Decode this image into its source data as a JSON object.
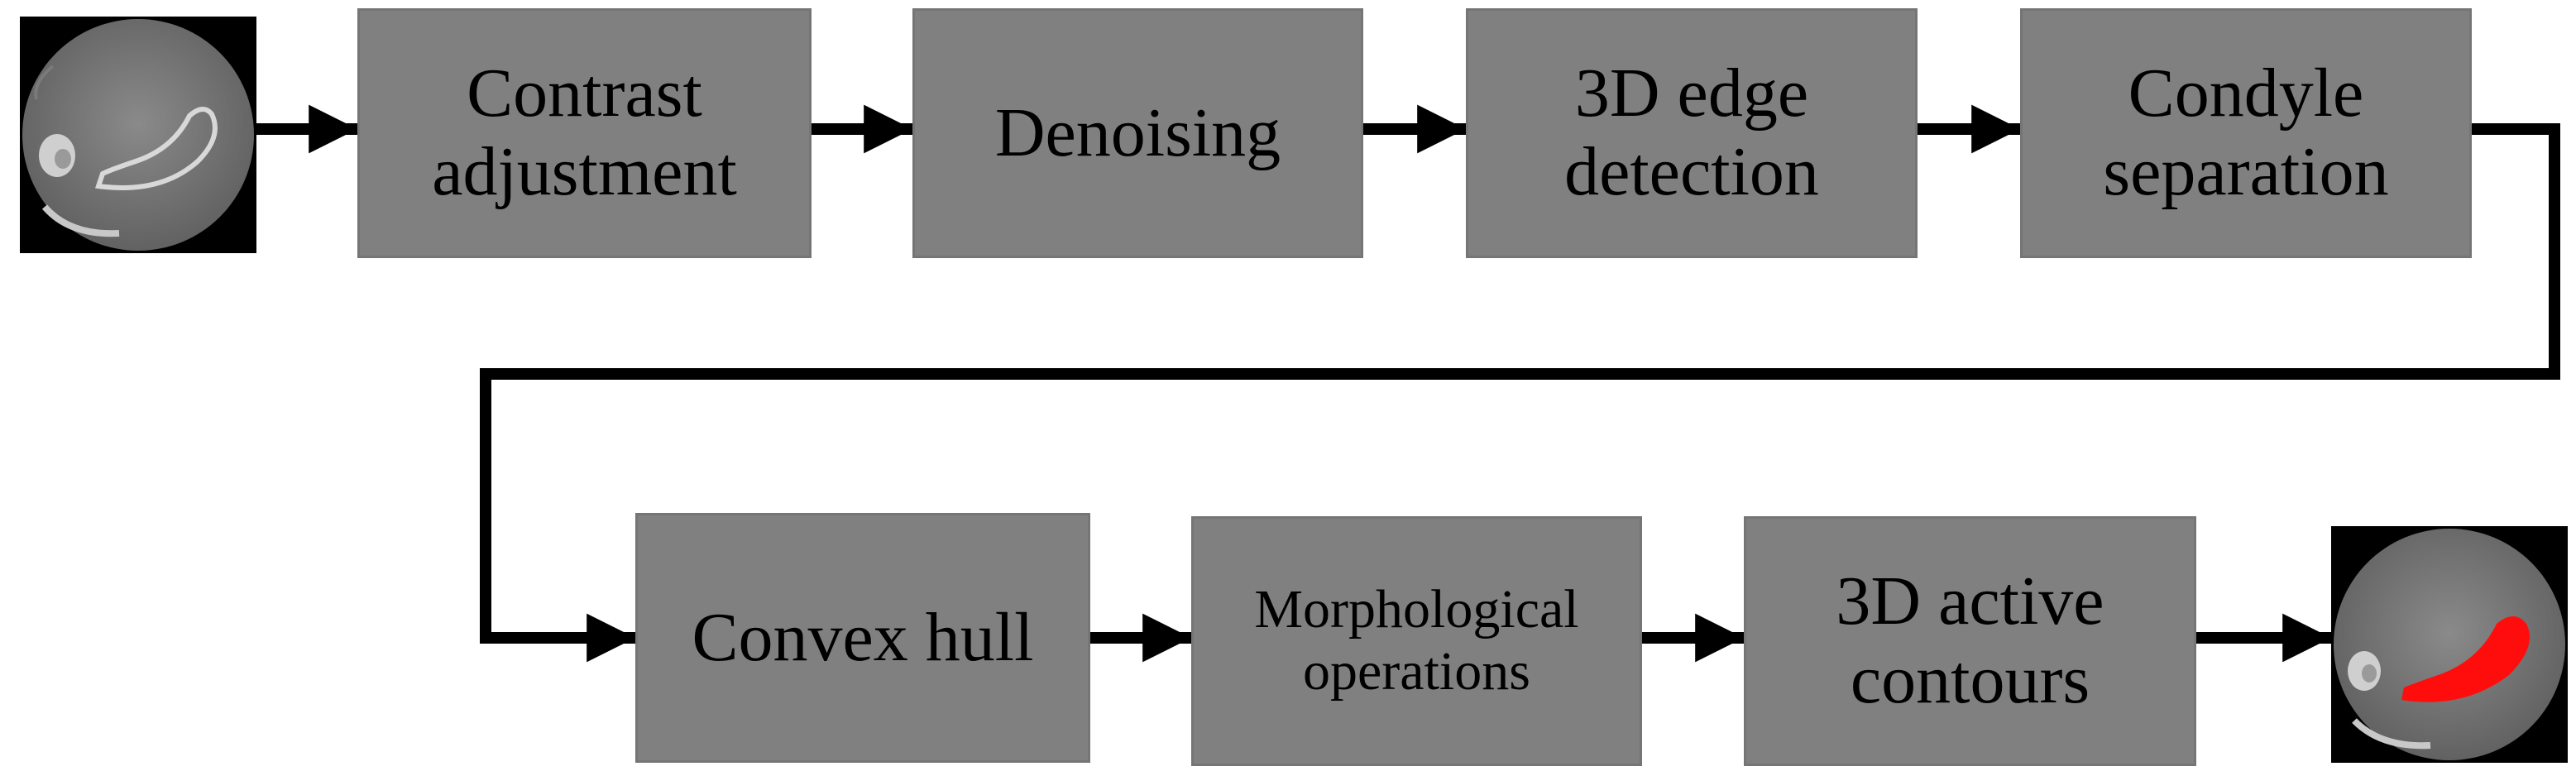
{
  "diagram": {
    "colors": {
      "box_fill": "#808080",
      "box_border": "#757575",
      "text": "#000000",
      "arrow": "#000000",
      "segmentation": "#ff0d0d",
      "background": "#ffffff"
    },
    "input_image": {
      "icon": "ct-slice-icon",
      "segmented": false
    },
    "output_image": {
      "icon": "ct-slice-segmented-icon",
      "segmented": true
    },
    "steps": [
      {
        "id": "contrast",
        "label": "Contrast\nadjustment"
      },
      {
        "id": "denoise",
        "label": "Denoising"
      },
      {
        "id": "edge",
        "label": "3D edge\ndetection"
      },
      {
        "id": "condyle",
        "label": "Condyle\nseparation"
      },
      {
        "id": "hull",
        "label": "Convex hull"
      },
      {
        "id": "morph",
        "label": "Morphological\noperations"
      },
      {
        "id": "contours",
        "label": "3D active\ncontours"
      }
    ]
  }
}
